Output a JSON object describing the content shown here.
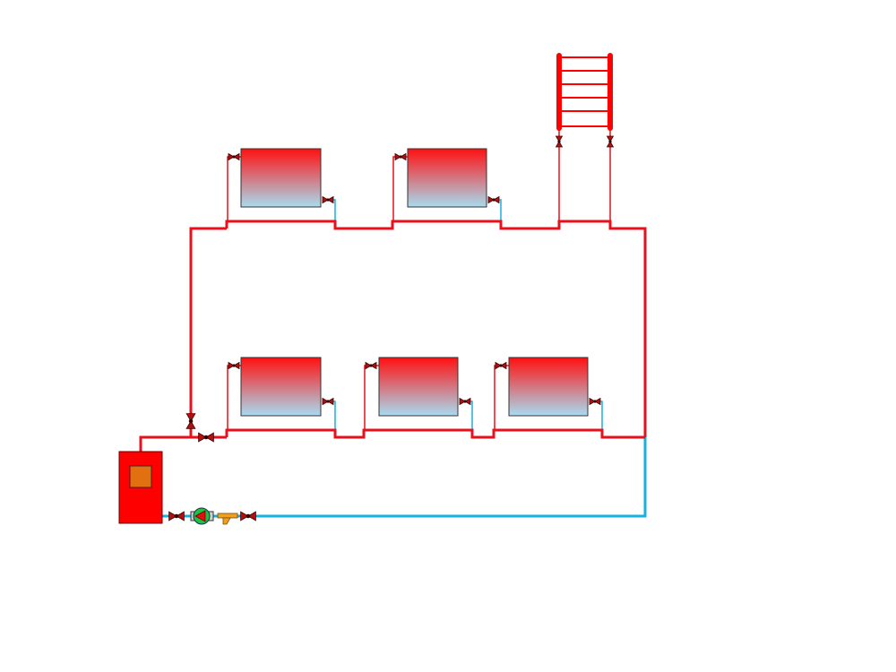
{
  "diagram": {
    "kind": "heating-system-schematic",
    "labels": [],
    "colors": {
      "supply_pipe": "#e8101a",
      "return_pipe": "#18b0e0",
      "boiler_body": "#ff0000",
      "boiler_panel": "#e07010",
      "radiator_top": "#ff1010",
      "radiator_bottom": "#a8dcf0",
      "valve": "#b01010",
      "pump": "#20c040",
      "filter": "#f0a020",
      "towel_rail": "#ff0000"
    },
    "components": {
      "boiler": {
        "name": "boiler",
        "icon": "boiler-icon"
      },
      "pump": {
        "name": "circulation-pump",
        "icon": "pump-icon"
      },
      "filter": {
        "name": "strainer-filter",
        "icon": "filter-icon"
      },
      "towel_rail": {
        "name": "towel-rail-radiator",
        "icon": "towel-rail-icon"
      },
      "radiators": [
        {
          "name": "radiator-upper-1",
          "floor": "upper"
        },
        {
          "name": "radiator-upper-2",
          "floor": "upper"
        },
        {
          "name": "radiator-lower-1",
          "floor": "lower"
        },
        {
          "name": "radiator-lower-2",
          "floor": "lower"
        },
        {
          "name": "radiator-lower-3",
          "floor": "lower"
        }
      ]
    }
  }
}
